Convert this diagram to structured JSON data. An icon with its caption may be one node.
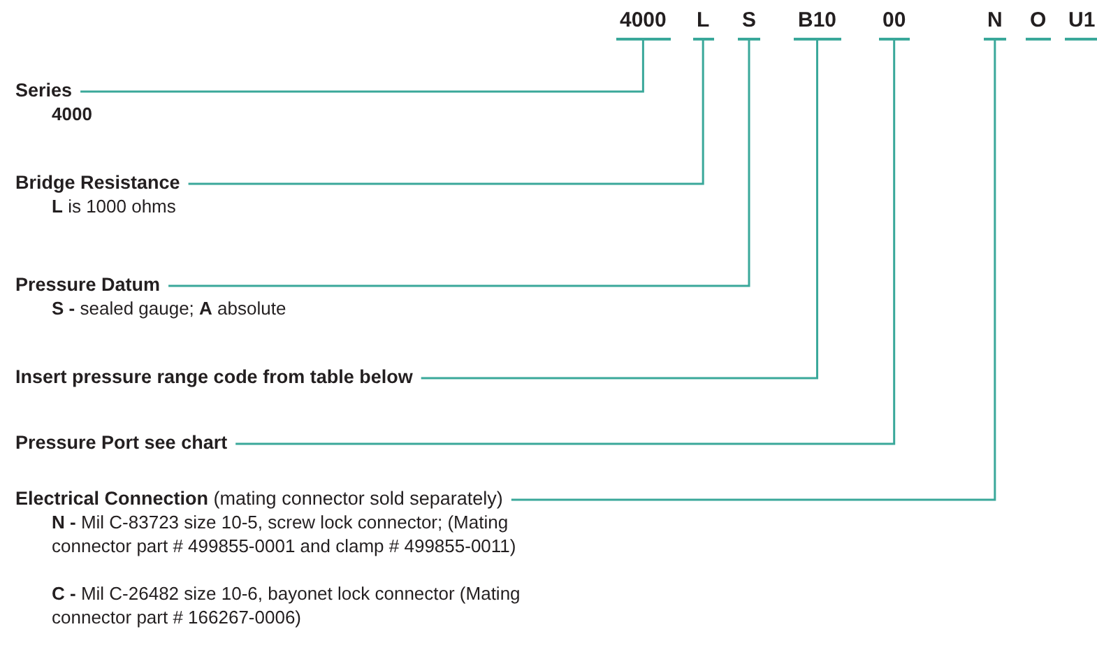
{
  "diagram": {
    "nodes": [
      {
        "text": [
          "4000"
        ]
      },
      {
        "text": [
          "L"
        ]
      },
      {
        "text": [
          "S"
        ]
      },
      {
        "text": [
          "B10"
        ]
      },
      {
        "text": [
          "00"
        ]
      },
      {
        "text": [
          "N"
        ]
      },
      {
        "text": [
          "O"
        ]
      },
      {
        "text": [
          "U1"
        ]
      },
      {
        "text": [
          "Series",
          "4000"
        ]
      },
      {
        "text": [
          "Bridge Resistance",
          "**L** is 1000 ohms"
        ]
      },
      {
        "text": [
          "Pressure Datum",
          "**S -** sealed gauge; **A** absolute"
        ]
      },
      {
        "text": [
          "Insert pressure range code from table below"
        ]
      },
      {
        "text": [
          "Pressure Port see chart"
        ]
      },
      {
        "text": [
          "**Electrical Connection** (mating connector sold separately)",
          "**N -** Mil C-83723 size 10-5, screw lock connector; (Mating connector part # 499855-0001 and clamp # 499855-0011)",
          "**C -** Mil C-26482 size 10-6, bayonet lock connector (Mating connector part # 166267-0006)"
        ]
      }
    ],
    "edges": [
      {
        "from": 8,
        "to": 0,
        "arrow": "none"
      },
      {
        "from": 9,
        "to": 1,
        "arrow": "none"
      },
      {
        "from": 10,
        "to": 2,
        "arrow": "none"
      },
      {
        "from": 11,
        "to": 3,
        "arrow": "none"
      },
      {
        "from": 12,
        "to": 4,
        "arrow": "none"
      },
      {
        "from": 13,
        "to": 5,
        "arrow": "none"
      }
    ]
  }
}
